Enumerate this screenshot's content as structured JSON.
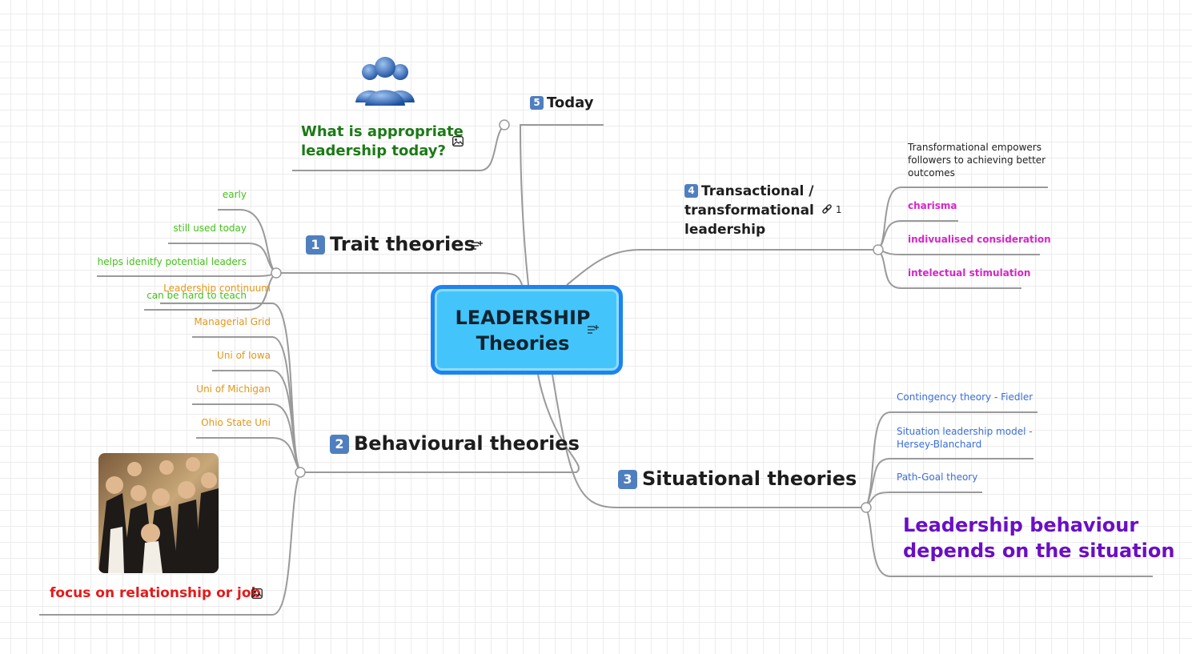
{
  "central": {
    "line1": "LEADERSHIP",
    "line2": "Theories"
  },
  "topics": {
    "today": {
      "number": "5",
      "label": "Today"
    },
    "trait": {
      "number": "1",
      "label": "Trait theories"
    },
    "behavioural": {
      "number": "2",
      "label": "Behavioural theories"
    },
    "situational": {
      "number": "3",
      "label": "Situational theories"
    },
    "transactional": {
      "number": "4",
      "label_line1": "Transactional /",
      "label_line2": "transformational",
      "label_line3": "leadership",
      "link_count": "1"
    }
  },
  "today_children": {
    "question_line1": "What is appropriate",
    "question_line2": "leadership today?"
  },
  "trait_children": [
    "early",
    "still used  today",
    "helps idenitfy potential leaders",
    "can be hard to teach"
  ],
  "behavioural_children": [
    "Leadership continuum",
    "Managerial Grid",
    "Uni of Iowa",
    "Uni of Michigan",
    "Ohio State Uni"
  ],
  "behavioural_focus": "focus on relationship or job",
  "situational_children": [
    "Contingency theory - Fiedler",
    "Situation leadership model -",
    "Hersey-Blanchard",
    "Path-Goal theory"
  ],
  "situational_highlight_line1": "Leadership behaviour",
  "situational_highlight_line2": "depends on the situation",
  "transactional_children": {
    "empower_line1": "Transformational empowers",
    "empower_line2": "followers to achieving better",
    "empower_line3": "outcomes",
    "items": [
      "charisma",
      "indivualised consideration",
      "intelectual stimulation"
    ]
  },
  "icons": [
    "users-icon",
    "image-icon",
    "notes-icon",
    "link-icon",
    "photo-group"
  ],
  "colors": {
    "central_fill": "#43c5fb",
    "central_border": "#1b84f0",
    "connector": "#9a9a9a",
    "trait_text": "#44c21a",
    "behavioural_text": "#e49719",
    "situational_text": "#3a6fd8",
    "transactional_text": "#d526c9",
    "highlight_text": "#6a0fc4",
    "today_text": "#1b7a16",
    "focus_text": "#e21b1b"
  }
}
